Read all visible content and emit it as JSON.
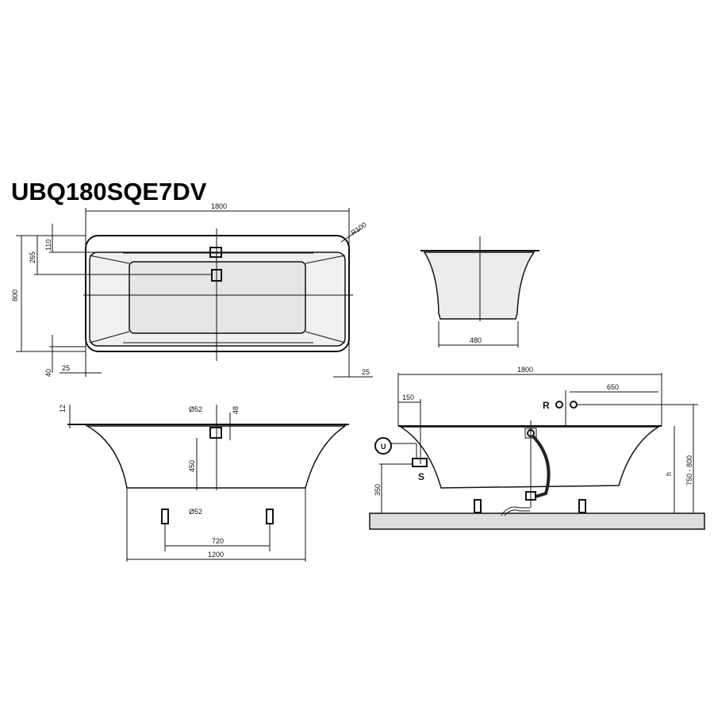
{
  "title": "UBQ180SQE7DV",
  "plan": {
    "length": "1800",
    "radius": "R100",
    "d110": "110",
    "d265": "265",
    "width": "800",
    "d40": "40",
    "left25": "25",
    "right25": "25"
  },
  "end_view": {
    "width": "480"
  },
  "front_view": {
    "d12": "12",
    "dia_top": "Ø52",
    "d48": "48",
    "d450": "450",
    "dia_bottom": "Ø52",
    "d720": "720",
    "d1200": "1200"
  },
  "side_view": {
    "length": "1800",
    "d650": "650",
    "d150": "150",
    "r_label": "R",
    "u_label": "U",
    "s_label": "S",
    "d350": "350",
    "h_label": "h",
    "height_range": "750 - 800"
  }
}
